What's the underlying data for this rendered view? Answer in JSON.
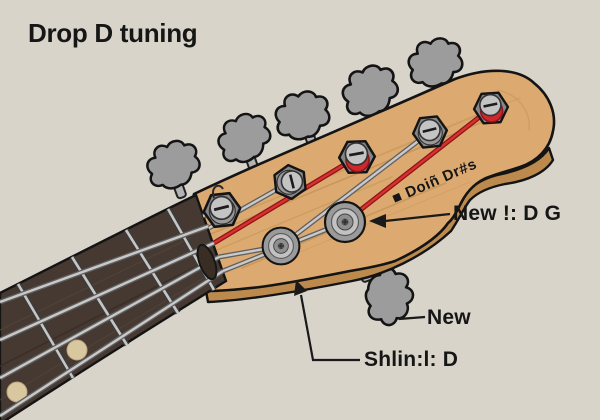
{
  "title": "Drop D tuning",
  "labels": {
    "headstock_marking": "■ Doiñ Dr#s",
    "tuner_post": "New !: D G",
    "tuner_button": "New",
    "headstock_edge": "Shlin:l: D"
  },
  "colors": {
    "background": "#d8d4ca",
    "wood_face": "#dcaa70",
    "wood_side": "#bd8a4e",
    "fretboard": "#463931",
    "hardware_gray": "#9c9c9c",
    "string_silver": "#c9c9c9",
    "string_red": "#d0262c",
    "text": "#161616"
  }
}
